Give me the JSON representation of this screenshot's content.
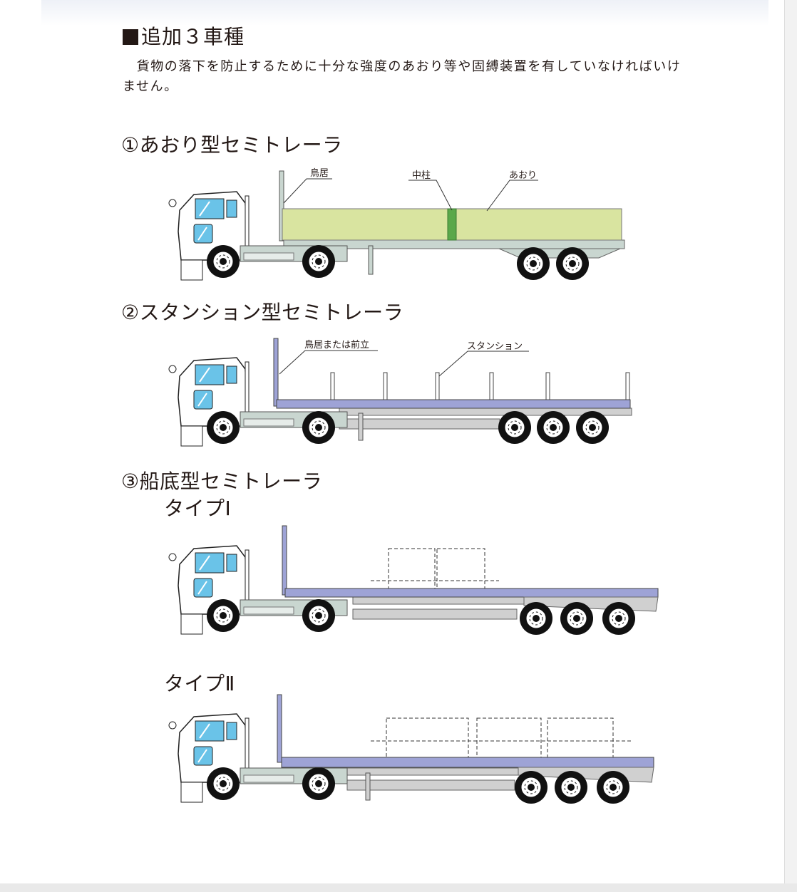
{
  "title": "追加３車種",
  "intro": "　貨物の落下を防止するために十分な強度のあおり等や固縛装置を有していなければいけません。",
  "sections": [
    {
      "heading": "①あおり型セミトレーラ",
      "labels": [
        "鳥居",
        "中柱",
        "あおり"
      ]
    },
    {
      "heading": "②スタンション型セミトレーラ",
      "labels": [
        "鳥居または前立",
        "スタンション"
      ]
    },
    {
      "heading": "③船底型セミトレーラ",
      "types": [
        "タイプⅠ",
        "タイプⅡ"
      ]
    }
  ],
  "colors": {
    "aori_body": "#d9e4a0",
    "center_post": "#5aa84a",
    "deck_blue": "#9ea3d6",
    "chassis": "#c9d6d0"
  }
}
